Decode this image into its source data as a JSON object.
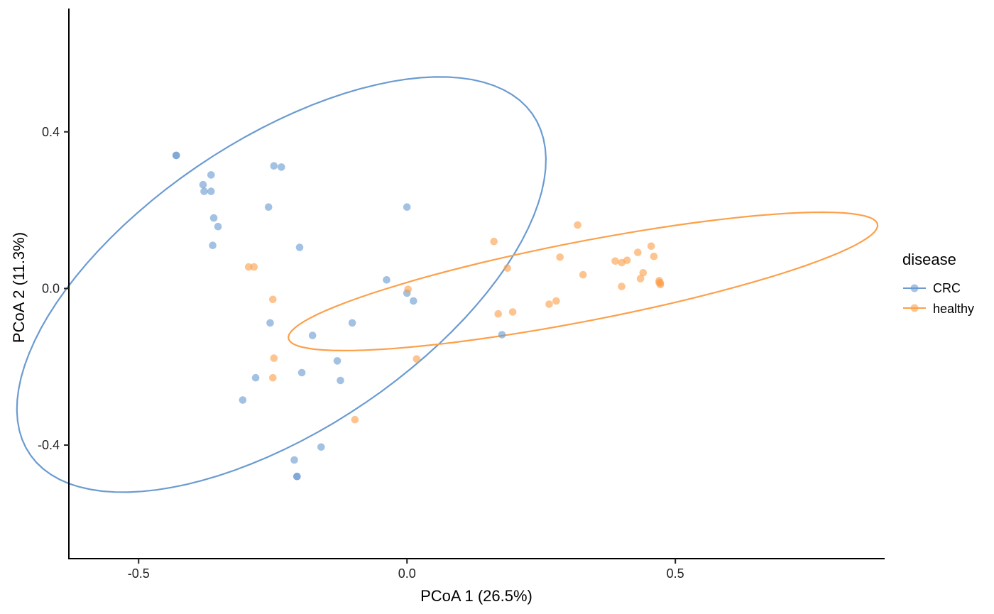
{
  "chart_data": {
    "type": "scatter",
    "xlabel": "PCoA 1 (26.5%)",
    "ylabel": "PCoA 2 (11.3%)",
    "xlim": [
      -0.63,
      0.89
    ],
    "ylim": [
      -0.69,
      0.715
    ],
    "x_ticks": [
      -0.5,
      0.0,
      0.5
    ],
    "x_tick_labels": [
      "-0.5",
      "0.0",
      "0.5"
    ],
    "y_ticks": [
      -0.4,
      0.0,
      0.4
    ],
    "y_tick_labels": [
      "-0.4",
      "0.0",
      "0.4"
    ],
    "grid": false,
    "legend": {
      "title": "disease",
      "position": "right"
    },
    "series": [
      {
        "name": "CRC",
        "color": "#6b9bd1",
        "points": [
          {
            "x": -0.43,
            "y": 0.34
          },
          {
            "x": -0.43,
            "y": 0.34
          },
          {
            "x": -0.38,
            "y": 0.265
          },
          {
            "x": -0.365,
            "y": 0.29
          },
          {
            "x": -0.378,
            "y": 0.248
          },
          {
            "x": -0.365,
            "y": 0.248
          },
          {
            "x": -0.36,
            "y": 0.18
          },
          {
            "x": -0.352,
            "y": 0.158
          },
          {
            "x": -0.362,
            "y": 0.11
          },
          {
            "x": -0.248,
            "y": 0.313
          },
          {
            "x": -0.234,
            "y": 0.31
          },
          {
            "x": -0.258,
            "y": 0.208
          },
          {
            "x": -0.2,
            "y": 0.105
          },
          {
            "x": 0.0,
            "y": 0.208
          },
          {
            "x": -0.038,
            "y": 0.022
          },
          {
            "x": 0.0,
            "y": -0.012
          },
          {
            "x": 0.012,
            "y": -0.032
          },
          {
            "x": -0.255,
            "y": -0.088
          },
          {
            "x": -0.176,
            "y": -0.12
          },
          {
            "x": -0.102,
            "y": -0.088
          },
          {
            "x": -0.13,
            "y": -0.185
          },
          {
            "x": -0.196,
            "y": -0.215
          },
          {
            "x": -0.124,
            "y": -0.235
          },
          {
            "x": -0.282,
            "y": -0.228
          },
          {
            "x": -0.306,
            "y": -0.285
          },
          {
            "x": 0.177,
            "y": -0.118
          },
          {
            "x": -0.16,
            "y": -0.405
          },
          {
            "x": -0.21,
            "y": -0.438
          },
          {
            "x": -0.205,
            "y": -0.48
          },
          {
            "x": -0.205,
            "y": -0.48
          }
        ],
        "ellipse": {
          "cx": -0.234,
          "cy": 0.01,
          "rx": 0.648,
          "ry": 0.323,
          "angle_deg": 48.5
        }
      },
      {
        "name": "healthy",
        "color": "#fca04a",
        "points": [
          {
            "x": -0.295,
            "y": 0.055
          },
          {
            "x": -0.285,
            "y": 0.055
          },
          {
            "x": -0.25,
            "y": -0.028
          },
          {
            "x": 0.002,
            "y": -0.002
          },
          {
            "x": -0.248,
            "y": -0.178
          },
          {
            "x": -0.25,
            "y": -0.228
          },
          {
            "x": 0.018,
            "y": -0.18
          },
          {
            "x": -0.097,
            "y": -0.335
          },
          {
            "x": 0.162,
            "y": 0.12
          },
          {
            "x": 0.187,
            "y": 0.052
          },
          {
            "x": 0.17,
            "y": -0.065
          },
          {
            "x": 0.197,
            "y": -0.06
          },
          {
            "x": 0.285,
            "y": 0.08
          },
          {
            "x": 0.318,
            "y": 0.162
          },
          {
            "x": 0.328,
            "y": 0.035
          },
          {
            "x": 0.265,
            "y": -0.04
          },
          {
            "x": 0.278,
            "y": -0.032
          },
          {
            "x": 0.388,
            "y": 0.07
          },
          {
            "x": 0.4,
            "y": 0.066
          },
          {
            "x": 0.41,
            "y": 0.072
          },
          {
            "x": 0.43,
            "y": 0.092
          },
          {
            "x": 0.455,
            "y": 0.108
          },
          {
            "x": 0.46,
            "y": 0.082
          },
          {
            "x": 0.44,
            "y": 0.04
          },
          {
            "x": 0.435,
            "y": 0.025
          },
          {
            "x": 0.4,
            "y": 0.005
          },
          {
            "x": 0.47,
            "y": 0.015
          },
          {
            "x": 0.472,
            "y": 0.01
          },
          {
            "x": 0.47,
            "y": 0.02
          },
          {
            "x": 0.472,
            "y": 0.014
          }
        ],
        "ellipse": {
          "cx": 0.328,
          "cy": 0.018,
          "rx": 0.568,
          "ry": 0.1,
          "angle_deg": 15.1
        }
      }
    ]
  }
}
